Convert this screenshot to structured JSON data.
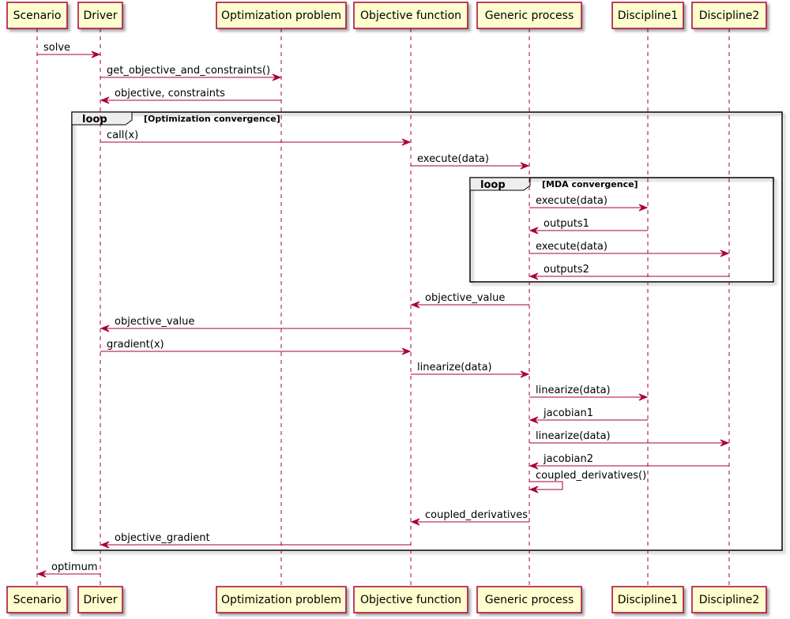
{
  "diagram": {
    "participants": [
      "Scenario",
      "Driver",
      "Optimization problem",
      "Objective function",
      "Generic process",
      "Discipline1",
      "Discipline2"
    ],
    "messages": [
      {
        "from": 0,
        "to": 1,
        "label": "solve"
      },
      {
        "from": 1,
        "to": 2,
        "label": "get_objective_and_constraints()"
      },
      {
        "from": 2,
        "to": 1,
        "label": "objective, constraints"
      },
      {
        "from": 1,
        "to": 3,
        "label": "call(x)"
      },
      {
        "from": 3,
        "to": 4,
        "label": "execute(data)"
      },
      {
        "from": 4,
        "to": 5,
        "label": "execute(data)"
      },
      {
        "from": 5,
        "to": 4,
        "label": "outputs1"
      },
      {
        "from": 4,
        "to": 6,
        "label": "execute(data)"
      },
      {
        "from": 6,
        "to": 4,
        "label": "outputs2"
      },
      {
        "from": 4,
        "to": 3,
        "label": "objective_value"
      },
      {
        "from": 3,
        "to": 1,
        "label": "objective_value"
      },
      {
        "from": 1,
        "to": 3,
        "label": "gradient(x)"
      },
      {
        "from": 3,
        "to": 4,
        "label": "linearize(data)"
      },
      {
        "from": 4,
        "to": 5,
        "label": "linearize(data)"
      },
      {
        "from": 5,
        "to": 4,
        "label": "jacobian1"
      },
      {
        "from": 4,
        "to": 6,
        "label": "linearize(data)"
      },
      {
        "from": 6,
        "to": 4,
        "label": "jacobian2"
      },
      {
        "from": 4,
        "to": 4,
        "label": "coupled_derivatives()"
      },
      {
        "from": 4,
        "to": 3,
        "label": "coupled_derivatives"
      },
      {
        "from": 3,
        "to": 1,
        "label": "objective_gradient"
      },
      {
        "from": 1,
        "to": 0,
        "label": "optimum"
      }
    ],
    "loops": [
      {
        "keyword": "loop",
        "guard": "[Optimization convergence]",
        "first_message": 3,
        "last_message": 19
      },
      {
        "keyword": "loop",
        "guard": "[MDA convergence]",
        "first_message": 5,
        "last_message": 8
      }
    ],
    "colors": {
      "box_fill": "#FEFECE",
      "box_border": "#A80036",
      "arrow": "#A80036",
      "lifeline": "#A80036",
      "frame": "#000000",
      "tab_fill": "#EEEEEE"
    }
  }
}
